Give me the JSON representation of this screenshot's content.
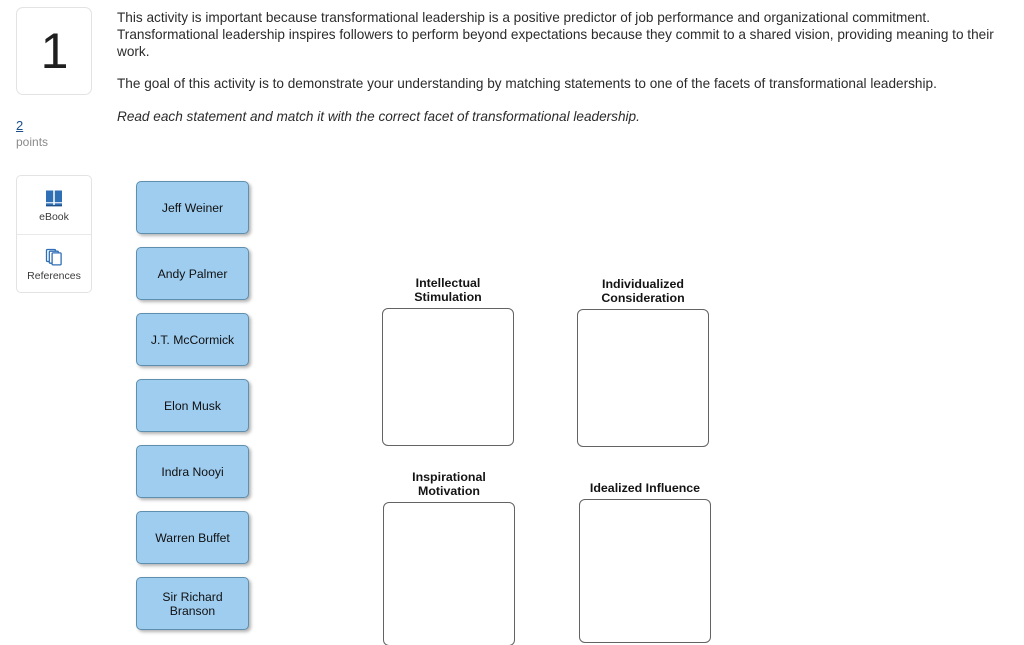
{
  "question": {
    "number": "1",
    "points_value": "2",
    "points_label": "points"
  },
  "tools": [
    {
      "label": "eBook",
      "icon": "book-icon"
    },
    {
      "label": "References",
      "icon": "pages-stack-icon"
    }
  ],
  "instructions": {
    "paragraph_1": "This activity is important because transformational leadership is a positive predictor of job performance and organizational commitment. Transformational leadership inspires followers to perform beyond expectations because they commit to a shared vision, providing meaning to their work.",
    "paragraph_2": "The goal of this activity is to demonstrate your understanding by matching statements to one of the facets of transformational leadership.",
    "paragraph_3": "Read each statement and match it with the correct facet of transformational leadership."
  },
  "tiles": [
    {
      "label": "Jeff Weiner"
    },
    {
      "label": "Andy Palmer"
    },
    {
      "label": "J.T. McCormick"
    },
    {
      "label": "Elon Musk"
    },
    {
      "label": "Indra Nooyi"
    },
    {
      "label": "Warren Buffet"
    },
    {
      "label": "Sir Richard Branson"
    }
  ],
  "drop_zones": [
    {
      "title": "Intellectual\nStimulation",
      "items": []
    },
    {
      "title": "Individualized\nConsideration",
      "items": []
    },
    {
      "title": "Inspirational\nMotivation",
      "items": []
    },
    {
      "title": "Idealized Influence",
      "items": []
    }
  ],
  "colors": {
    "tile_fill": "#9fcdf0",
    "tile_border": "#5f8fae",
    "points_link": "#1a4f8a",
    "icon_blue": "#2a5fa5",
    "zone_border": "#636363"
  }
}
